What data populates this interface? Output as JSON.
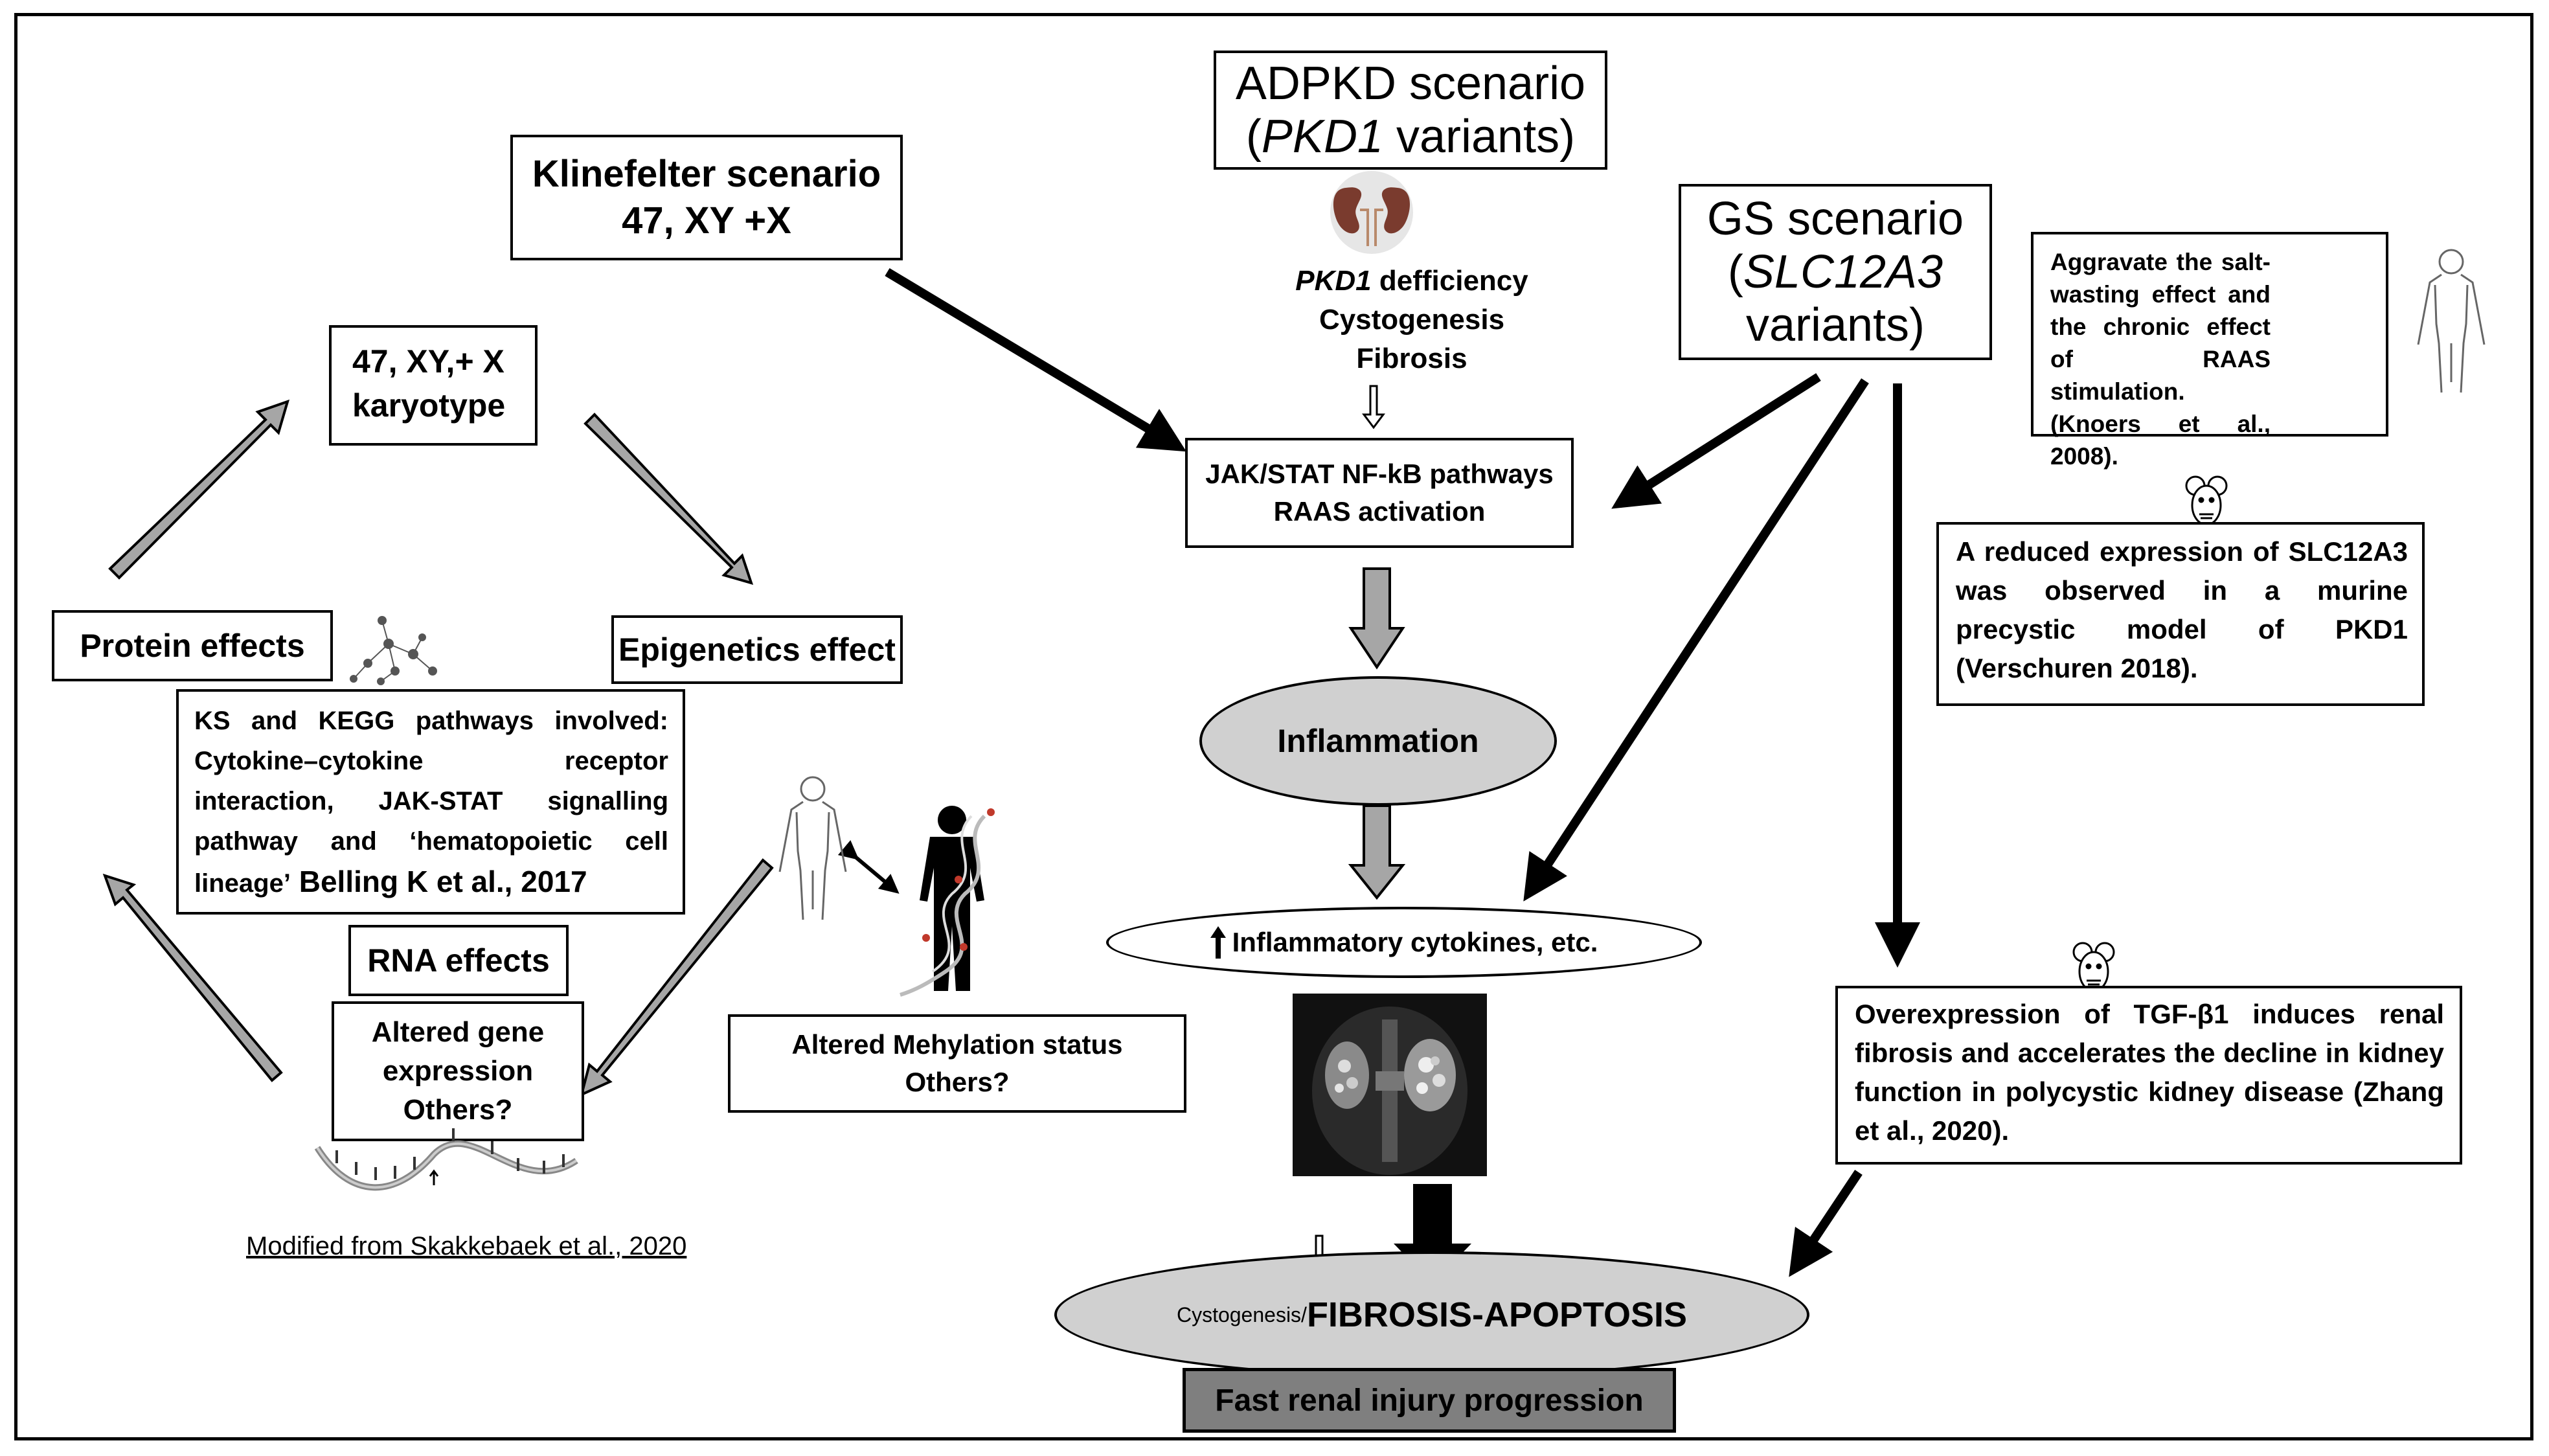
{
  "adpkd": {
    "title_line1": "ADPKD scenario",
    "title_gene": "PKD1",
    "title_rest": " variants)",
    "open_paren": "(",
    "gene_label": "PKD1",
    "deficiency_rest": " defficiency",
    "cystogenesis": "Cystogenesis",
    "fibrosis": "Fibrosis"
  },
  "klinefelter": {
    "line1": "Klinefelter scenario",
    "line2": "47, XY +X"
  },
  "gs": {
    "line1": "GS scenario",
    "open_paren": "(",
    "gene": "SLC12A3",
    "close_paren": ")",
    "line3": "variants)"
  },
  "karyotype": {
    "line1": "47, XY,+ X",
    "line2": "karyotype"
  },
  "protein_effects": "Protein effects",
  "epigenetics_effect": "Epigenetics effect",
  "ks_kegg": "KS and KEGG pathways involved: Cytokine–cytokine receptor interaction, JAK-STAT signalling pathway and ‘hematopoietic cell lineage’",
  "ks_kegg_citation": " Belling K et al., 2017",
  "rna_effects": "RNA effects",
  "altered_gene": {
    "line1": "Altered gene",
    "line2": "expression",
    "line3": "Others?"
  },
  "methylation": {
    "line1": "Altered Mehylation status",
    "line2": "Others?"
  },
  "modified_from": "Modified from Skakkebaek et al., 2020",
  "jak_stat": {
    "line1": "JAK/STAT NF-kB pathways",
    "line2": "RAAS activation"
  },
  "inflammation": "Inflammation",
  "cytokines": "Inflammatory cytokines, etc.",
  "cytogenesis_small": "Cystogenesis/",
  "fibrosis_apoptosis": "FIBROSIS-APOPTOSIS",
  "fast_renal": "Fast renal injury progression",
  "aggravate": "Aggravate the salt-wasting effect and the chronic effect of RAAS stimulation. (Knoers et al., 2008).",
  "reduced_expression": "A reduced expression of SLC12A3 was observed in a murine precystic model of PKD1 (Verschuren 2018).",
  "tgf": "Overexpression of TGF-β1 induces renal fibrosis and accelerates the decline in kidney function in polycystic kidney disease (Zhang et al., 2020).",
  "colors": {
    "ellipse_fill": "#d0d0d0",
    "grey_arrow": "#a6a6a6",
    "banner": "#7f7f7f"
  }
}
